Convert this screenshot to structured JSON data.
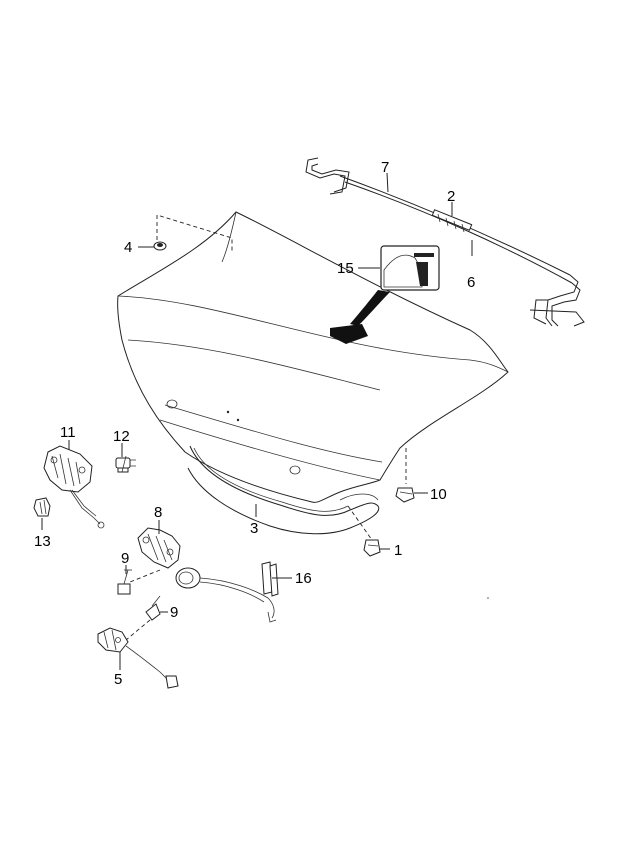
{
  "diagram": {
    "type": "exploded parts diagram",
    "callouts": {
      "c1": "1",
      "c2": "2",
      "c3": "3",
      "c4": "4",
      "c5": "5",
      "c6": "6",
      "c7": "7",
      "c8": "8",
      "c9a": "9",
      "c9b": "9",
      "c10": "10",
      "c11": "11",
      "c12": "12",
      "c13": "13",
      "c15": "15",
      "c16": "16"
    }
  }
}
